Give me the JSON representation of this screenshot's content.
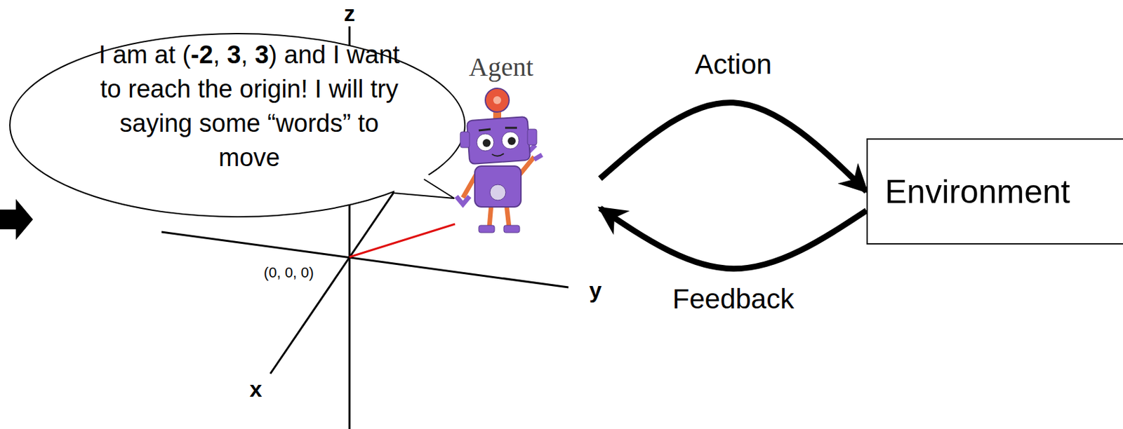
{
  "diagram": {
    "nodes": [
      {
        "text": [
          "I am at (-2, 3, 3) and I want to reach the origin! I will try saying some “words” to move"
        ]
      },
      {
        "text": [
          "Agent"
        ]
      },
      {
        "text": [
          "Environment"
        ]
      }
    ],
    "edges": [
      {
        "from": 1,
        "to": 2,
        "arrow": "to",
        "label": "Action"
      },
      {
        "from": 2,
        "to": 1,
        "arrow": "to",
        "label": "Feedback"
      }
    ],
    "labels": [
      "z",
      "(0, 0, 0)",
      "y",
      "x"
    ]
  }
}
